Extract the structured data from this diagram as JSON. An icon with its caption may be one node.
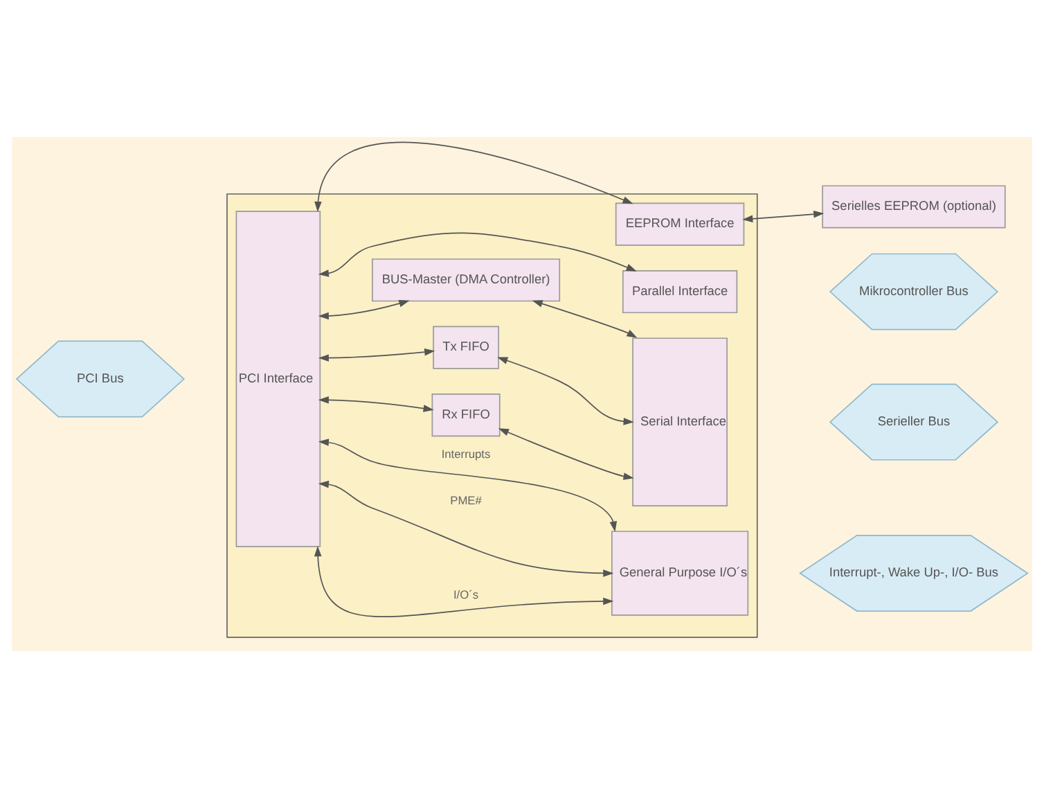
{
  "diagram": {
    "nodes": [
      {
        "text": [],
        "shape": "box"
      },
      {
        "text": [
          "PCI Interface"
        ],
        "in": 0
      },
      {
        "text": [
          "EEPROM Interface"
        ],
        "in": 0
      },
      {
        "text": [
          "Parallel Interface"
        ],
        "in": 0
      },
      {
        "text": [
          "BUS-Master (DMA Controller)"
        ],
        "in": 0
      },
      {
        "text": [
          "Serial Interface"
        ],
        "in": 0
      },
      {
        "text": [
          "Tx FIFO"
        ],
        "in": 0
      },
      {
        "text": [
          "Rx FIFO"
        ],
        "in": 0
      },
      {
        "text": [
          "General Purpose I/O´s"
        ],
        "in": 0
      },
      {
        "text": [
          "Serielles EEPROM (optional)"
        ]
      },
      {
        "text": [
          "PCI Bus"
        ]
      },
      {
        "text": [
          "Mikrocontroller Bus"
        ]
      },
      {
        "text": [
          "Serieller Bus"
        ]
      },
      {
        "text": [
          "Interrupt-, Wake Up-, I/O- Bus"
        ]
      }
    ],
    "edges": [
      {
        "from": 1,
        "to": 2,
        "arrow": "both"
      },
      {
        "from": 2,
        "to": 9,
        "arrow": "both"
      },
      {
        "from": 1,
        "to": 3,
        "arrow": "both"
      },
      {
        "from": 1,
        "to": 4,
        "arrow": "both"
      },
      {
        "from": 4,
        "to": 5,
        "arrow": "both"
      },
      {
        "from": 1,
        "to": 6,
        "arrow": "both"
      },
      {
        "from": 6,
        "to": 5,
        "arrow": "both"
      },
      {
        "from": 1,
        "to": 7,
        "arrow": "both"
      },
      {
        "from": 7,
        "to": 5,
        "arrow": "both"
      },
      {
        "from": 1,
        "to": 8,
        "label": "Interrupts",
        "arrow": "both"
      },
      {
        "from": 1,
        "to": 8,
        "label": "PME#",
        "arrow": "both"
      },
      {
        "from": 1,
        "to": 8,
        "label": "I/O´s",
        "arrow": "both"
      }
    ]
  }
}
